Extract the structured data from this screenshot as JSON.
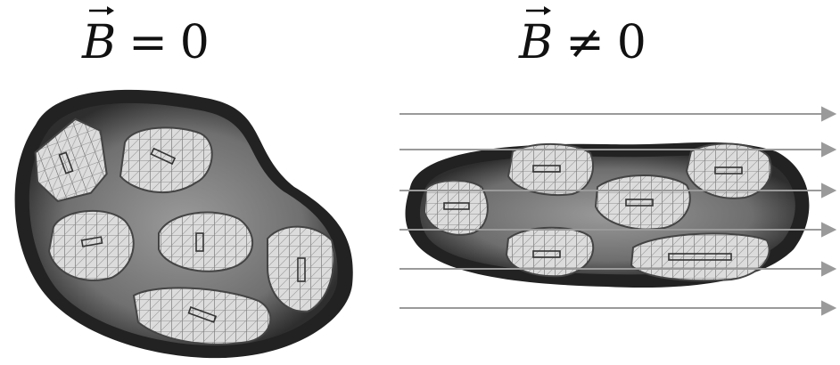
{
  "left": {
    "vector": "B",
    "operator": "=",
    "rhs": "0"
  },
  "right": {
    "vector": "B",
    "operator": "≠",
    "rhs": "0"
  },
  "colors": {
    "ink": "#111111",
    "body": "#2a2a2a",
    "matrix": "#8a8a8a",
    "grain": "#d8d8d8",
    "field_line": "#9a9a9a"
  }
}
